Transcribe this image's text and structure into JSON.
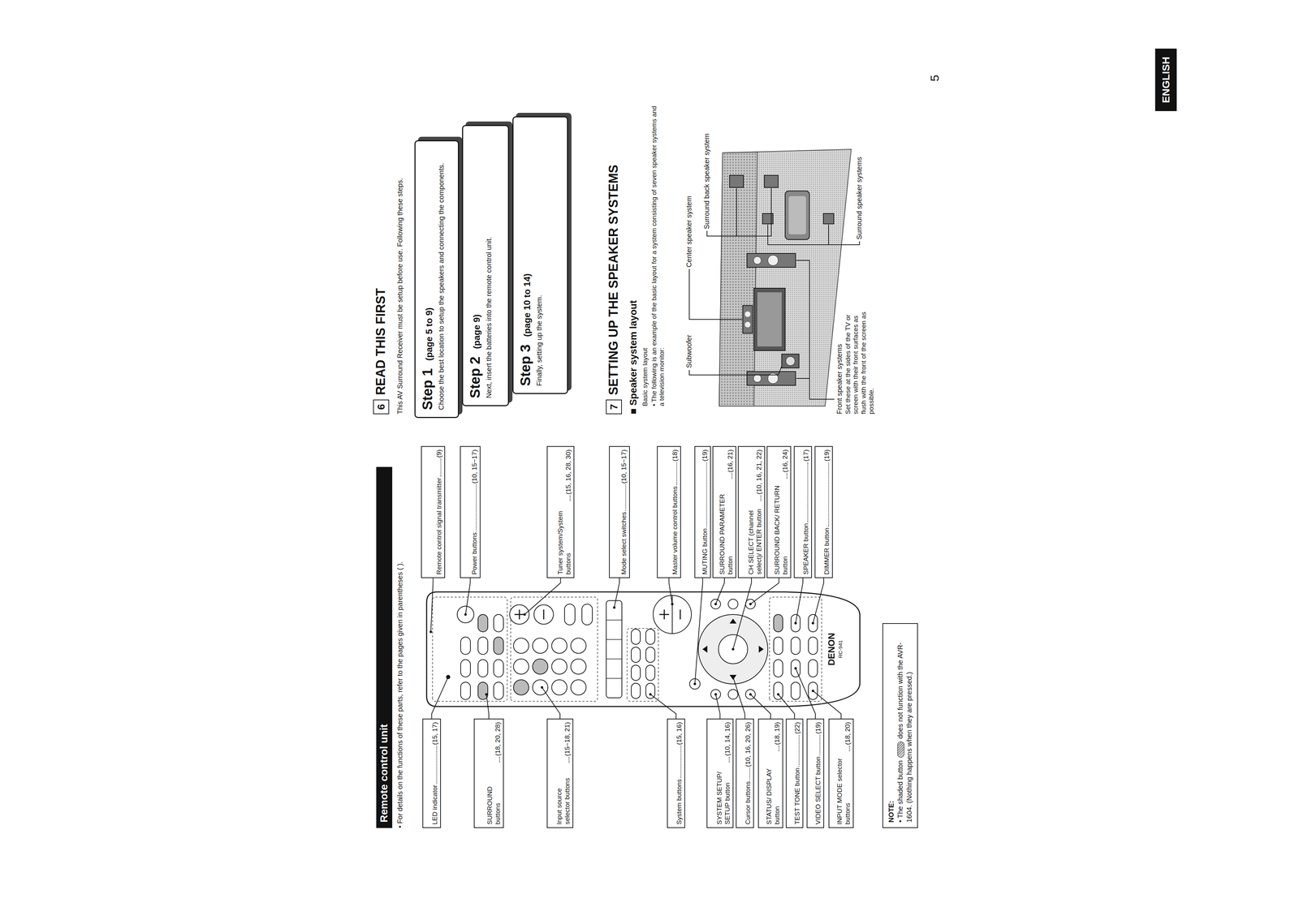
{
  "diagram": {
    "nodes": [
      {
        "text": [
          "Remote control unit"
        ]
      },
      {
        "text": [
          "LED indicator",
          "(15, 17)"
        ]
      },
      {
        "text": [
          "SURROUND buttons",
          "(18, 20, 28)"
        ]
      },
      {
        "text": [
          "Input source selector buttons",
          "(15~18, 21)"
        ]
      },
      {
        "text": [
          "System buttons",
          "(15, 16)"
        ]
      },
      {
        "text": [
          "SYSTEM SETUP/ SETUP button",
          "(10, 14, 16)"
        ]
      },
      {
        "text": [
          "Cursor buttons",
          "(10, 16, 20, 26)"
        ]
      },
      {
        "text": [
          "STATUS/ DISPLAY button",
          "(18, 19)"
        ]
      },
      {
        "text": [
          "TEST TONE button",
          "(22)"
        ]
      },
      {
        "text": [
          "VIDEO SELECT button",
          "(19)"
        ]
      },
      {
        "text": [
          "INPUT MODE selector buttons",
          "(18, 20)"
        ]
      },
      {
        "text": [
          "Remote control signal transmitter",
          "(9)"
        ]
      },
      {
        "text": [
          "Power buttons",
          "(10, 15~17)"
        ]
      },
      {
        "text": [
          "Tuner system/System buttons",
          "(15, 16, 28, 30)"
        ]
      },
      {
        "text": [
          "Mode select switches",
          "(10, 15~17)"
        ]
      },
      {
        "text": [
          "Master volume control buttons",
          "(18)"
        ]
      },
      {
        "text": [
          "MUTING button",
          "(19)"
        ]
      },
      {
        "text": [
          "SURROUND PARAMETER button",
          "(16, 21)"
        ]
      },
      {
        "text": [
          "CH SELECT (channel select)/ ENTER button",
          "(10, 16, 21, 22)"
        ]
      },
      {
        "text": [
          "SURROUND BACK/ RETURN button",
          "(16, 24)"
        ]
      },
      {
        "text": [
          "SPEAKER button",
          "(17)"
        ]
      },
      {
        "text": [
          "DIMMER button",
          "(19)"
        ]
      },
      {
        "text": [
          "NOTE:",
          "• The shaded button",
          "does not function with the AVR-1604. (Nothing happens when they are pressed.)"
        ]
      },
      {
        "text": [
          "6"
        ]
      },
      {
        "text": [
          "Step 1",
          "(page 5 to 9)",
          "Choose the best location to setup the speakers and connecting the components."
        ]
      },
      {
        "text": [
          "Step 2",
          "(page 9)",
          "Next, insert the batteries into the remote control unit."
        ]
      },
      {
        "text": [
          "Step 3",
          "(page 10 to 14)",
          "Finally, setting up the system."
        ]
      },
      {
        "text": [
          "7"
        ]
      },
      {
        "text": [
          "ENGLISH"
        ]
      }
    ],
    "labels": [
      "• For details on the functions of these parts, refer to the pages given in parentheses ( ).",
      "READ THIS FIRST",
      "This AV Surround Receiver must be setup before use. Following these steps.",
      "SETTING UP THE SPEAKER SYSTEMS",
      "■ Speaker system layout",
      "Basic system layout",
      "• The following is an example of the basic layout for a system consisting of seven speaker systems and a television monitor:",
      "Subwoofer",
      "Center speaker system",
      "Surround back speaker system",
      "Surround speaker systems",
      "Front speaker systems",
      "Set these at the sides of the TV or screen with their front surfaces as flush with the front of the screen as possible.",
      "DENON",
      "RC-941",
      "5"
    ]
  }
}
